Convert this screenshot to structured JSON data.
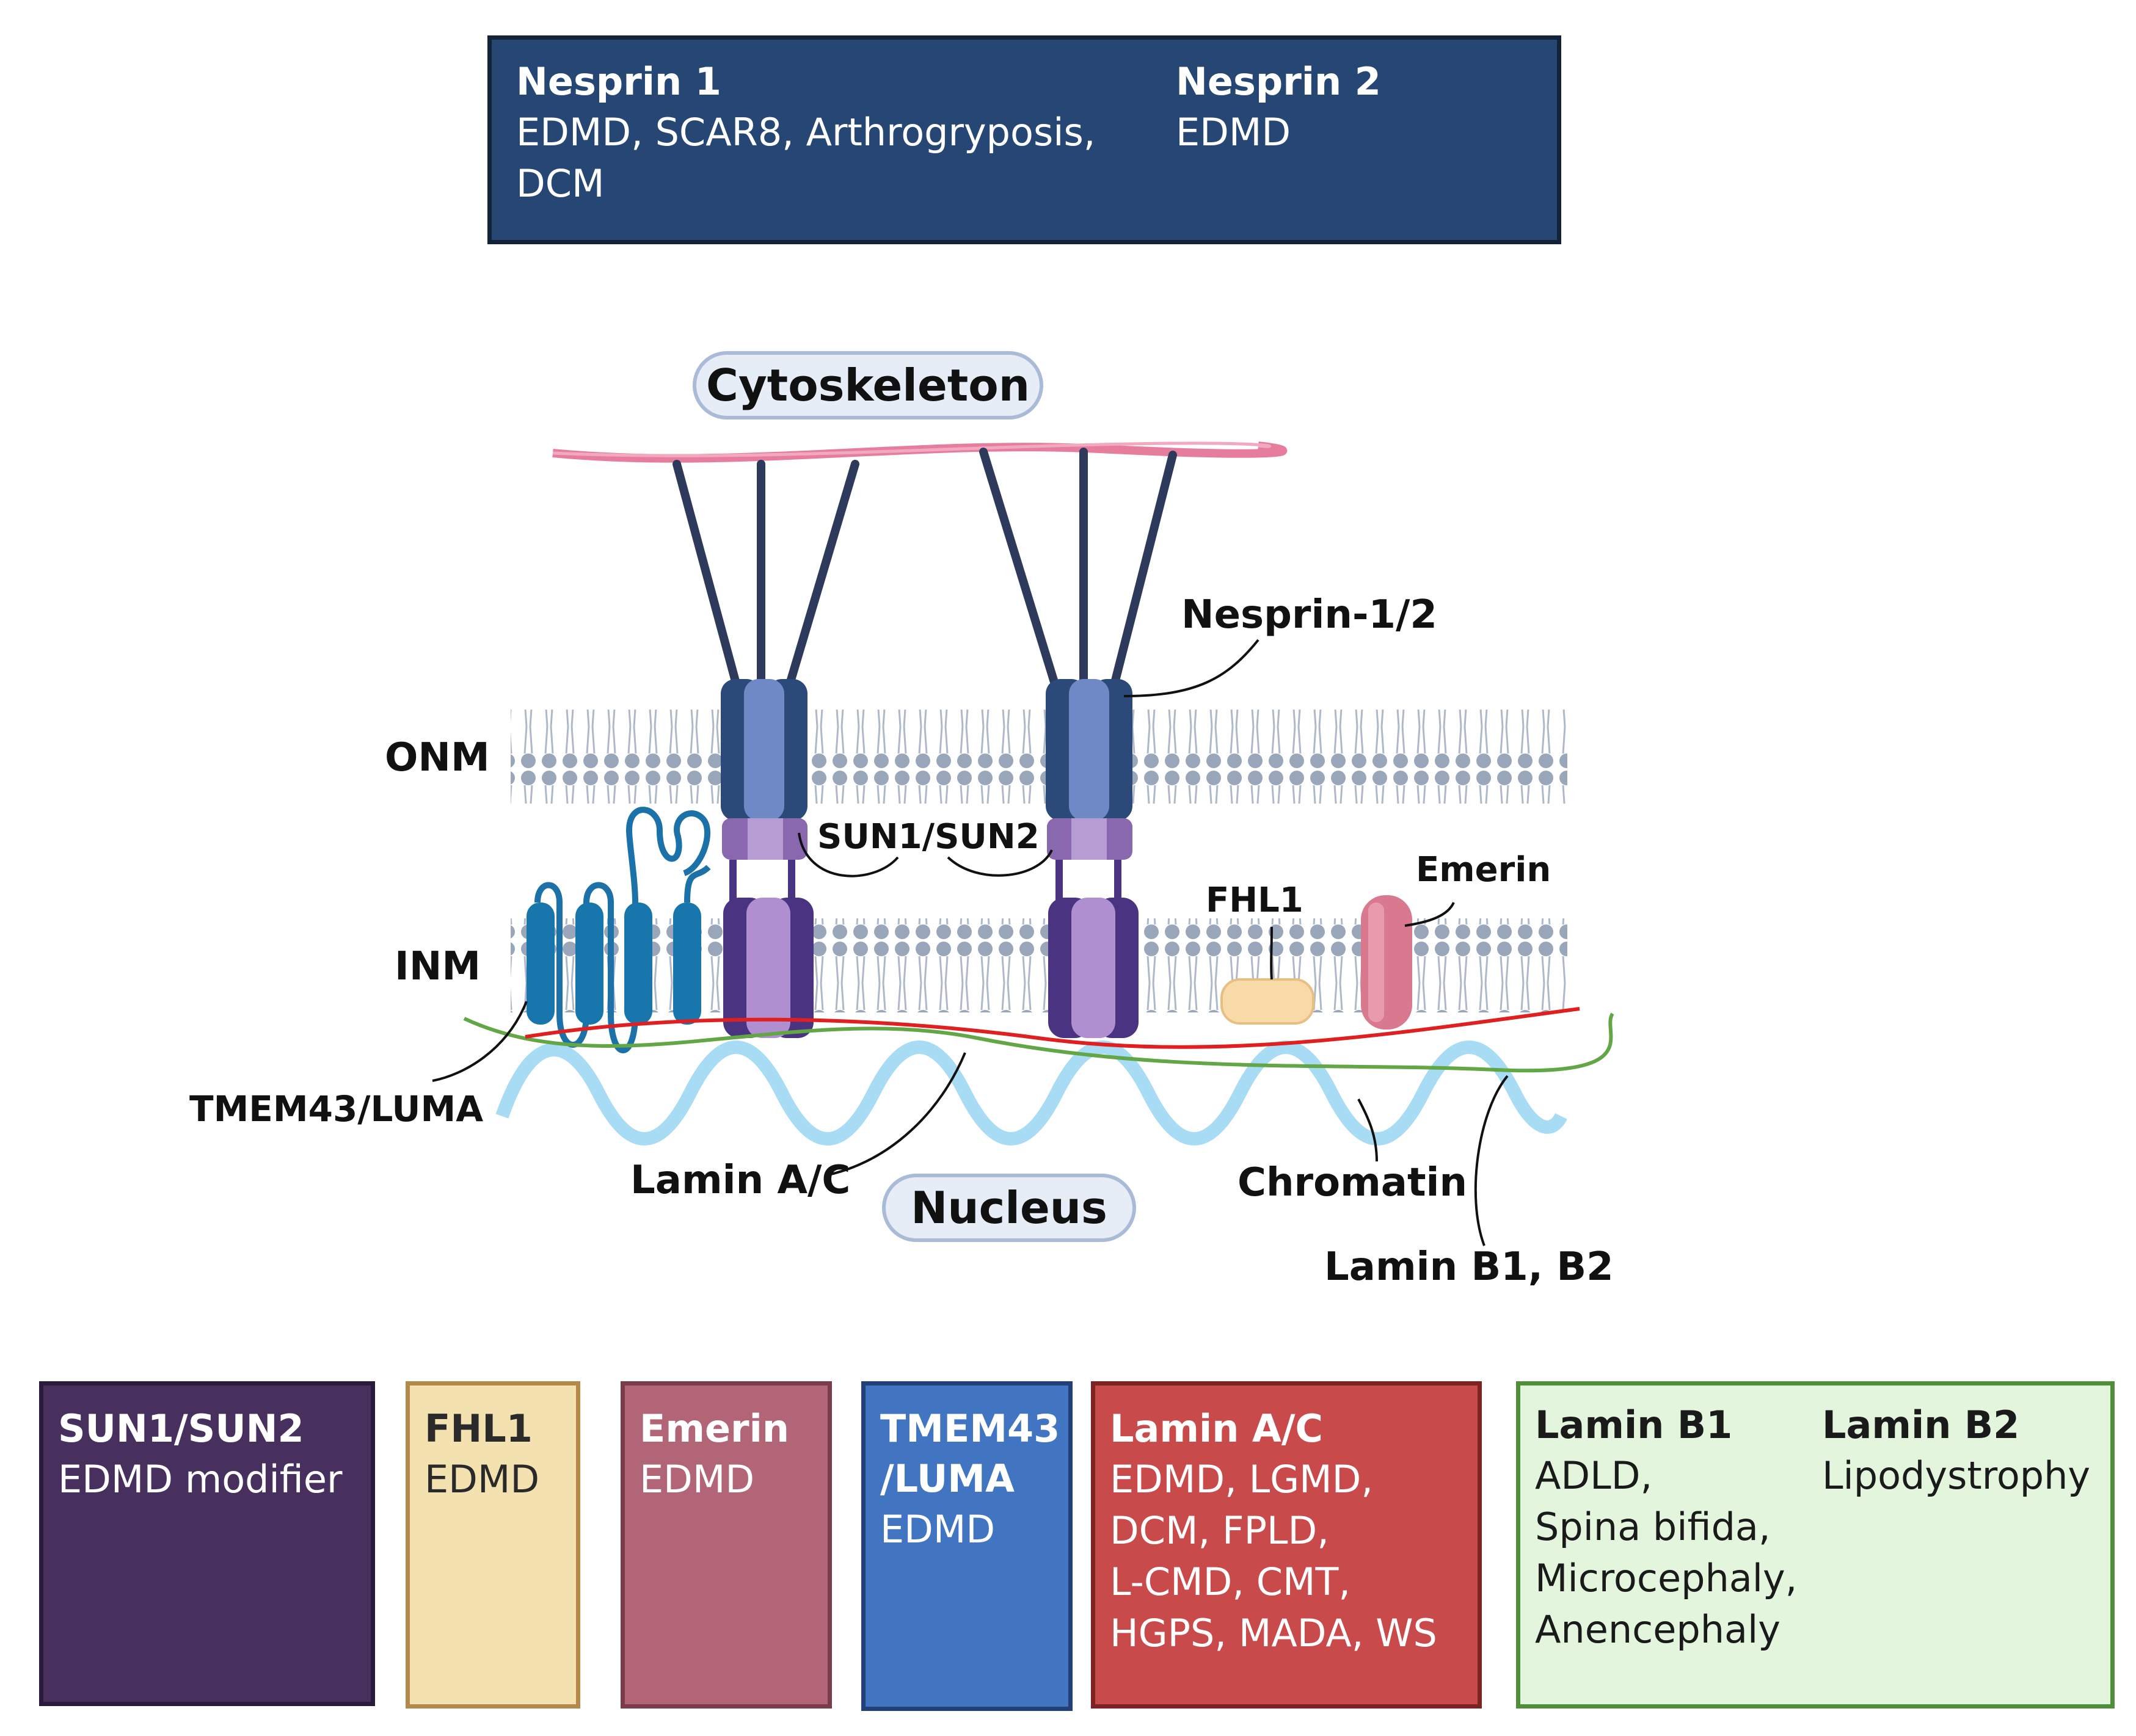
{
  "top_box": {
    "nesprin1_title": "Nesprin 1",
    "nesprin1_diseases": "EDMD, SCAR8, Arthrogryposis,\nDCM",
    "nesprin2_title": "Nesprin 2",
    "nesprin2_diseases": "EDMD"
  },
  "labels": {
    "cytoskeleton": "Cytoskeleton",
    "nesprin12": "Nesprin-1/2",
    "onm": "ONM",
    "inm": "INM",
    "sun12": "SUN1/SUN2",
    "fhl1": "FHL1",
    "emerin": "Emerin",
    "tmem43": "TMEM43/LUMA",
    "lamin_ac": "Lamin A/C",
    "nucleus": "Nucleus",
    "chromatin": "Chromatin",
    "lamin_b12": "Lamin B1, B2"
  },
  "boxes": {
    "sun": {
      "title": "SUN1/SUN2",
      "diseases": "EDMD modifier"
    },
    "fhl1": {
      "title": "FHL1",
      "diseases": "EDMD"
    },
    "emerin": {
      "title": "Emerin",
      "diseases": "EDMD"
    },
    "tmem": {
      "title": "TMEM43\n/LUMA",
      "diseases": "EDMD"
    },
    "lamin_ac": {
      "title": "Lamin A/C",
      "diseases": "EDMD, LGMD,\nDCM, FPLD,\nL-CMD, CMT,\nHGPS, MADA, WS"
    },
    "lamin_b": {
      "b1_title": "Lamin B1",
      "b1_diseases": "ADLD,\nSpina bifida,\nMicrocephaly,\nAnencephaly",
      "b2_title": "Lamin B2",
      "b2_diseases": "Lipodystrophy"
    }
  },
  "colors": {
    "nesprin_box": "#264673",
    "sun_box": "#47305e",
    "fhl1_box": "#f4e1b0",
    "emerin_box": "#b26577",
    "tmem_box": "#4275c1",
    "lamin_ac_box": "#c94a4a",
    "lamin_b_box": "#e3f5dc",
    "membrane": "#9aa6ba",
    "lamin_ac_line": "#e02020",
    "lamin_b_line": "#63a645",
    "chromatin": "#a8dcf4",
    "actin": "#e77d9d"
  }
}
